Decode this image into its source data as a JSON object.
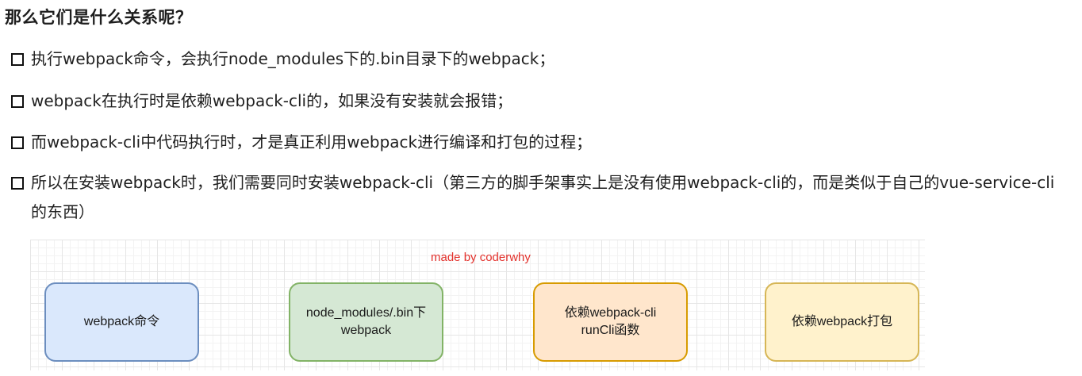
{
  "heading": "那么它们是什么关系呢？",
  "bullets": [
    "执行webpack命令，会执行node_modules下的.bin目录下的webpack；",
    "webpack在执行时是依赖webpack-cli的，如果没有安装就会报错；",
    "而webpack-cli中代码执行时，才是真正利用webpack进行编译和打包的过程；",
    "所以在安装webpack时，我们需要同时安装webpack-cli（第三方的脚手架事实上是没有使用webpack-cli的，而是类似于自己的vue-service-cli的东西）"
  ],
  "diagram": {
    "watermark": "made by coderwhy",
    "nodes": [
      {
        "lines": [
          "webpack命令"
        ],
        "fill": "#dae8fc",
        "stroke": "#6c8ebf"
      },
      {
        "lines": [
          "node_modules/.bin下",
          "webpack"
        ],
        "fill": "#d5e8d4",
        "stroke": "#82b366"
      },
      {
        "lines": [
          "依赖webpack-cli",
          "runCli函数"
        ],
        "fill": "#ffe6cc",
        "stroke": "#d79b00"
      },
      {
        "lines": [
          "依赖webpack打包"
        ],
        "fill": "#fff2cc",
        "stroke": "#d6b656"
      }
    ]
  }
}
